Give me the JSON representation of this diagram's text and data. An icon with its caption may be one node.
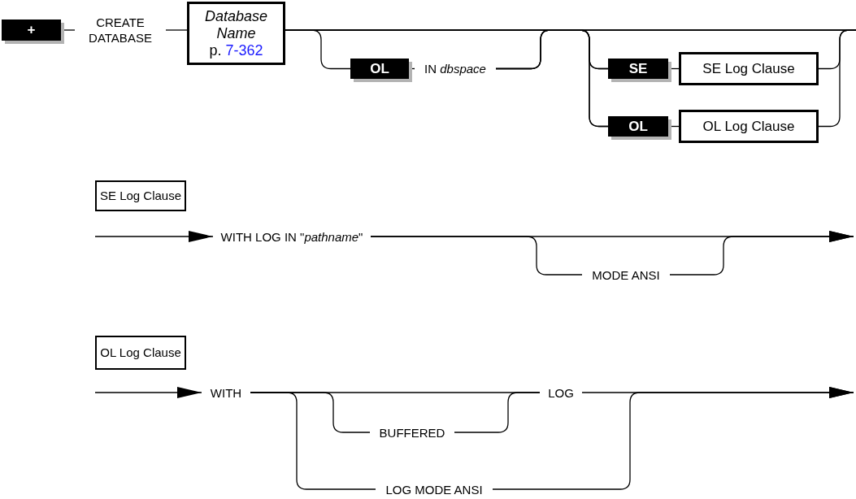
{
  "diagram": {
    "nodes": [
      {
        "text": [
          "+"
        ]
      },
      {
        "text": [
          "CREATE DATABASE"
        ]
      },
      {
        "text": [
          "Database Name",
          "p.",
          "7-362"
        ]
      },
      {
        "text": [
          "OL"
        ]
      },
      {
        "text": [
          "IN *dbspace*"
        ]
      },
      {
        "text": [
          "SE"
        ]
      },
      {
        "text": [
          "SE Log Clause"
        ]
      },
      {
        "text": [
          "OL"
        ]
      },
      {
        "text": [
          "OL Log Clause"
        ]
      },
      {
        "text": [
          "SE Log Clause"
        ]
      },
      {
        "text": [
          "WITH LOG IN \"*pathname*\""
        ]
      },
      {
        "text": [
          "MODE ANSI"
        ]
      },
      {
        "text": [
          "OL Log Clause"
        ]
      },
      {
        "text": [
          "WITH"
        ]
      },
      {
        "text": [
          "BUFFERED"
        ]
      },
      {
        "text": [
          "LOG"
        ]
      },
      {
        "text": [
          "LOG MODE ANSI"
        ]
      }
    ],
    "edges": [
      {
        "from": 0,
        "to": 1,
        "arrow": "none"
      },
      {
        "from": 1,
        "to": 2,
        "arrow": "none"
      },
      {
        "from": 2,
        "to": 3,
        "arrow": "none"
      },
      {
        "from": 3,
        "to": 4,
        "arrow": "none"
      },
      {
        "from": 2,
        "to": null,
        "arrow": "none"
      },
      {
        "from": 2,
        "to": 5,
        "arrow": "none"
      },
      {
        "from": 2,
        "to": 7,
        "arrow": "none"
      },
      {
        "from": 4,
        "to": null,
        "arrow": "none"
      },
      {
        "from": 4,
        "to": 5,
        "arrow": "none"
      },
      {
        "from": 4,
        "to": 7,
        "arrow": "none"
      },
      {
        "from": 5,
        "to": 6,
        "arrow": "none"
      },
      {
        "from": 7,
        "to": 8,
        "arrow": "none"
      },
      {
        "from": 6,
        "to": null,
        "arrow": "none"
      },
      {
        "from": 8,
        "to": null,
        "arrow": "none"
      },
      {
        "from": null,
        "to": 10,
        "arrow": "to"
      },
      {
        "from": 10,
        "to": 11,
        "arrow": "none"
      },
      {
        "from": 11,
        "to": null,
        "arrow": "to"
      },
      {
        "from": 10,
        "to": null,
        "arrow": "to"
      },
      {
        "from": null,
        "to": 13,
        "arrow": "to"
      },
      {
        "from": 13,
        "to": 14,
        "arrow": "none"
      },
      {
        "from": 13,
        "to": 15,
        "arrow": "none"
      },
      {
        "from": 14,
        "to": 15,
        "arrow": "none"
      },
      {
        "from": 13,
        "to": 16,
        "arrow": "none"
      },
      {
        "from": 15,
        "to": null,
        "arrow": "to"
      },
      {
        "from": 16,
        "to": null,
        "arrow": "to"
      }
    ]
  }
}
